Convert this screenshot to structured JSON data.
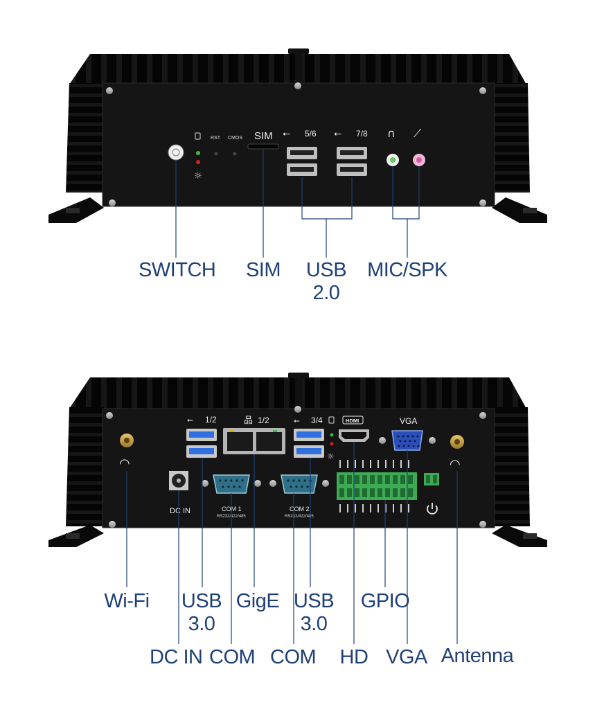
{
  "front_panel": {
    "silk": {
      "rst": "RST",
      "cmos": "CMOS",
      "sim": "SIM",
      "usb_left": "5/6",
      "usb_right": "7/8"
    },
    "callouts": {
      "switch": "SWITCH",
      "sim": "SIM",
      "usb_line1": "USB",
      "usb_line2": "2.0",
      "mic_spk": "MIC/SPK"
    }
  },
  "back_panel": {
    "silk": {
      "usb_left": "1/2",
      "lan": "1/2",
      "usb_right": "3/4",
      "hdmi": "HDMI",
      "vga": "VGA",
      "dc_in": "DC IN",
      "com1": "COM 1",
      "com1_sub": "RS232/422/485",
      "com2": "COM 2",
      "com2_sub": "RS232/422/485"
    },
    "callouts": {
      "wifi": "Wi-Fi",
      "usb_a_line1": "USB",
      "usb_a_line2": "3.0",
      "gige": "GigE",
      "usb_b_line1": "USB",
      "usb_b_line2": "3.0",
      "gpio": "GPIO",
      "dc_in": "DC IN",
      "com_a": "COM",
      "com_b": "COM",
      "hd": "HD",
      "vga": "VGA",
      "antenna": "Antenna"
    }
  },
  "colors": {
    "label": "#1f3f77",
    "chassis": "#0d0d0d",
    "panel": "#141414",
    "usb3_blue": "#2f6fe0",
    "vga_blue": "#2a4fb8",
    "com_teal": "#2f6f88",
    "gpio_green": "#3daa55",
    "mic_pink": "#e679b5",
    "spk_green": "#6ad06a"
  }
}
